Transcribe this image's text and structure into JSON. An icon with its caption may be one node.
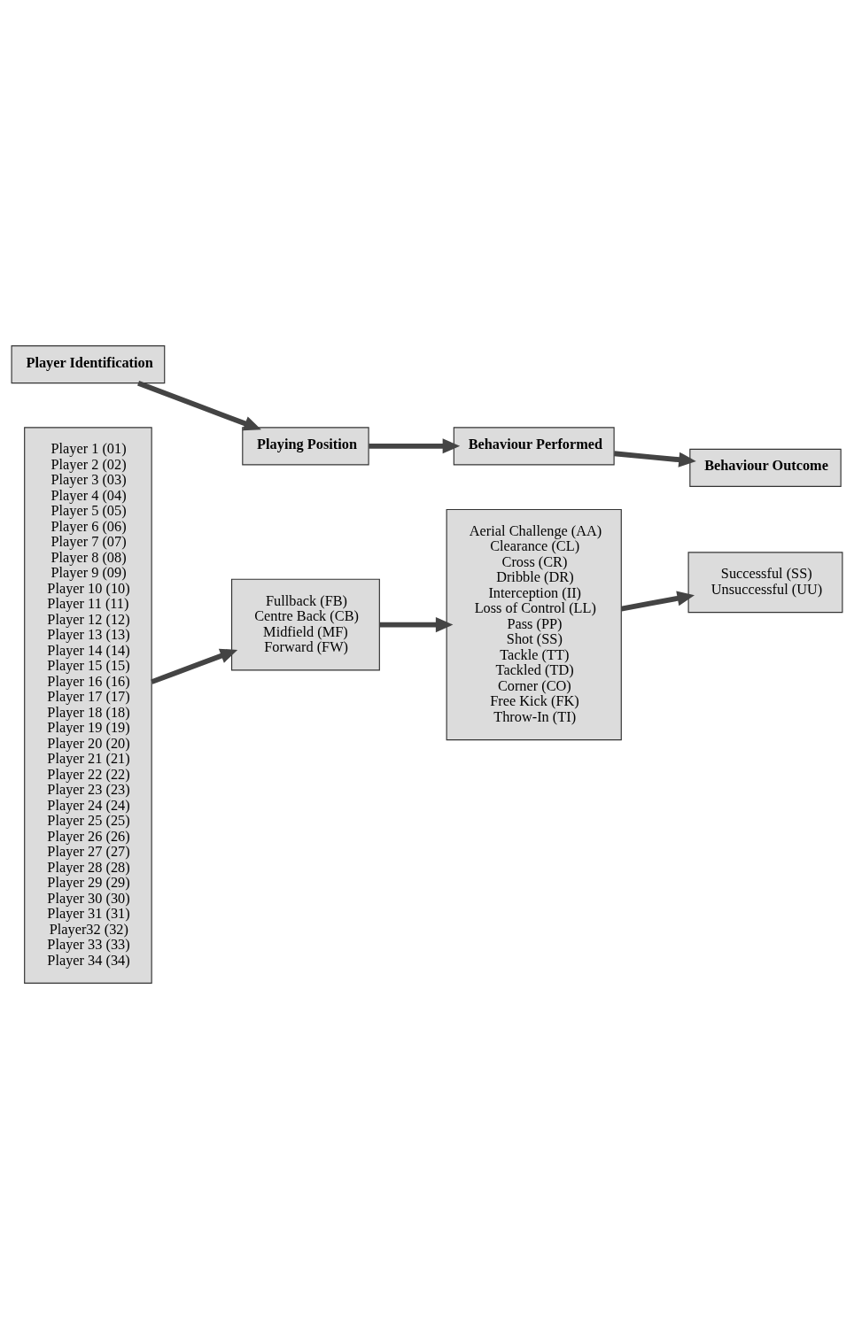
{
  "diagram": {
    "nodes": [
      {
        "text": [
          "Player Identification"
        ]
      },
      {
        "text": [
          "Playing Position"
        ]
      },
      {
        "text": [
          "Behaviour Performed"
        ]
      },
      {
        "text": [
          "Behaviour Outcome"
        ]
      },
      {
        "text": [
          "Player 1 (01)",
          "Player 2 (02)",
          "Player 3 (03)",
          "Player 4 (04)",
          "Player 5 (05)",
          "Player 6 (06)",
          "Player 7 (07)",
          "Player 8 (08)",
          "Player 9 (09)",
          "Player 10 (10)",
          "Player 11 (11)",
          "Player 12 (12)",
          "Player 13 (13)",
          "Player 14 (14)",
          "Player 15 (15)",
          "Player 16 (16)",
          "Player 17 (17)",
          "Player 18 (18)",
          "Player 19 (19)",
          "Player 20 (20)",
          "Player 21 (21)",
          "Player 22 (22)",
          "Player 23 (23)",
          "Player 24 (24)",
          "Player 25 (25)",
          "Player 26 (26)",
          "Player 27 (27)",
          "Player 28 (28)",
          "Player 29 (29)",
          "Player 30 (30)",
          "Player 31 (31)",
          "Player32 (32)",
          "Player 33 (33)",
          "Player 34 (34)"
        ]
      },
      {
        "text": [
          "Fullback (FB)",
          "Centre Back (CB)",
          "Midfield (MF)",
          "Forward (FW)"
        ]
      },
      {
        "text": [
          "Aerial Challenge (AA)",
          "Clearance (CL)",
          "Cross (CR)",
          "Dribble (DR)",
          "Interception (II)",
          "Loss of Control (LL)",
          "Pass (PP)",
          "Shot (SS)",
          "Tackle (TT)",
          "Tackled (TD)",
          "Corner (CO)",
          "Free Kick (FK)",
          "Throw-In (TI)"
        ]
      },
      {
        "text": [
          "Successful (SS)",
          "Unsuccessful (UU)"
        ]
      }
    ],
    "edges": [
      {
        "from": 0,
        "to": 1,
        "arrow": "to"
      },
      {
        "from": 1,
        "to": 2,
        "arrow": "to"
      },
      {
        "from": 2,
        "to": 3,
        "arrow": "to"
      },
      {
        "from": 4,
        "to": 5,
        "arrow": "to"
      },
      {
        "from": 5,
        "to": 6,
        "arrow": "to"
      },
      {
        "from": 6,
        "to": 7,
        "arrow": "to"
      }
    ]
  }
}
